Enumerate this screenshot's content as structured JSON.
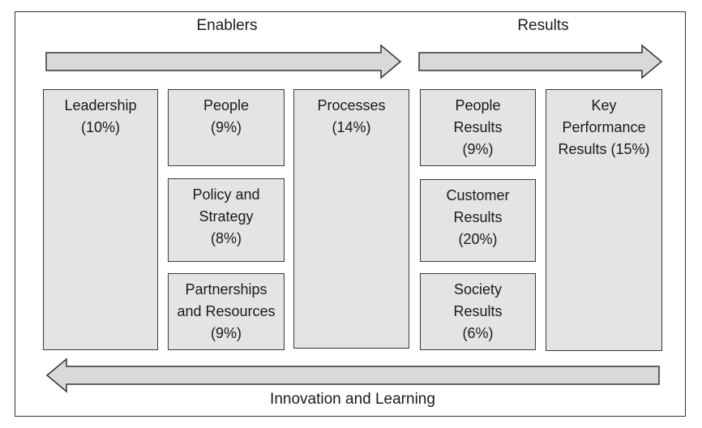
{
  "headers": {
    "enablers": "Enablers",
    "results": "Results"
  },
  "footer": "Innovation and Learning",
  "boxes": {
    "leadership": [
      "Leadership",
      "(10%)"
    ],
    "people": [
      "People",
      "(9%)"
    ],
    "policy": [
      "Policy and",
      "Strategy",
      "(8%)"
    ],
    "partnerships": [
      "Partnerships",
      "and Resources",
      "(9%)"
    ],
    "processes": [
      "Processes",
      "(14%)"
    ],
    "people_results": [
      "People",
      "Results",
      "(9%)"
    ],
    "customer_results": [
      "Customer",
      "Results",
      "(20%)"
    ],
    "society_results": [
      "Society",
      "Results",
      "(6%)"
    ],
    "key_performance": [
      "Key",
      "Performance",
      "Results (15%)"
    ]
  },
  "colors": {
    "box_fill": "#e4e4e4",
    "arrow_fill": "#d9d9d9",
    "stroke": "#333333"
  }
}
